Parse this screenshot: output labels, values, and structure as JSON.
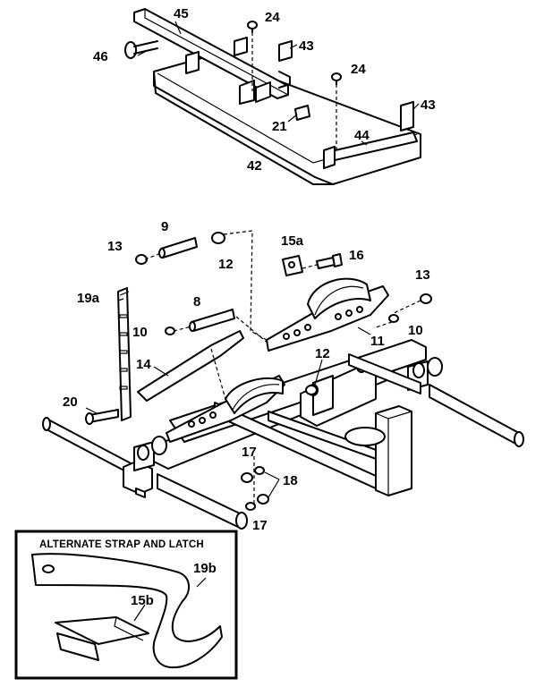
{
  "inset": {
    "title": "ALTERNATE STRAP AND LATCH"
  },
  "labels": {
    "p45": "45",
    "p24a": "24",
    "p46": "46",
    "p43a": "43",
    "p24b": "24",
    "p43b": "43",
    "p21": "21",
    "p44": "44",
    "p42": "42",
    "p9": "9",
    "p15a": "15a",
    "p13a": "13",
    "p12a": "12",
    "p16": "16",
    "p13b": "13",
    "p19a": "19a",
    "p8": "8",
    "p10a": "10",
    "p10b": "10",
    "p11": "11",
    "p14": "14",
    "p12b": "12",
    "p20": "20",
    "p17a": "17",
    "p18": "18",
    "p17b": "17",
    "p19b": "19b",
    "p15b": "15b"
  }
}
